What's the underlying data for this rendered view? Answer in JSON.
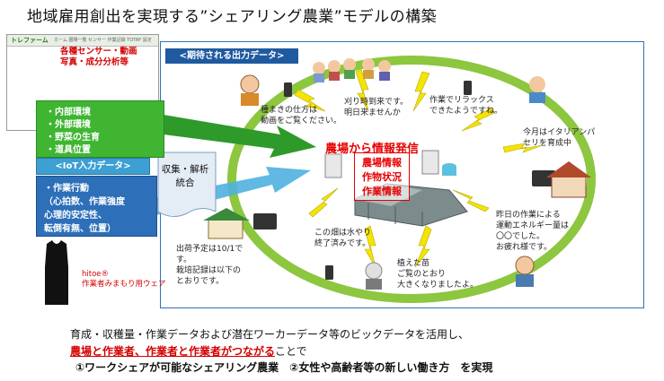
{
  "title": "地域雇用創出を実現する”シェアリング農業”モデルの構築",
  "dashboard": {
    "logo": "トレファーム",
    "menu": "ホーム 圃場一覧 センサー 作業記録 TOTAF 設定",
    "label_lines": [
      "各種センサー・動画",
      "写真・成分分析等"
    ]
  },
  "environment_inputs": [
    "・内部環境",
    "・外部環境",
    "・野菜の生育",
    "・道具位置"
  ],
  "iot_label": "<IoT入力データ>",
  "worker_inputs": [
    "・作業行動",
    "（心拍数、作業強度",
    "心理的安定性、",
    "転倒有無、位置）"
  ],
  "shirt_label_lines": [
    "hitoe®",
    "作業者みまもり用ウェア"
  ],
  "analysis_lines": [
    "収集・解析",
    "統合"
  ],
  "output_label": "<期待される出力データ>",
  "center": {
    "title": "農場から情報発信",
    "lines": [
      "農場情報",
      "作物状況",
      "作業情報"
    ]
  },
  "messages": [
    [
      "種まきの仕方は",
      "動画をご覧ください。"
    ],
    [
      "刈り時到来です。",
      "明日来ませんか"
    ],
    [
      "作業でリラックス",
      "できたようですね。"
    ],
    [
      "今月はイタリアンパ",
      "セリを育成中"
    ],
    [
      "昨日の作業による",
      "運動エネルギー量は",
      "〇〇でした。",
      "お疲れ様です。"
    ],
    [
      "植えた苗",
      "ご覧のとおり",
      "大きくなりましたよ。"
    ],
    [
      "この畑は水やり",
      "終了済みです。"
    ],
    [
      "出荷予定は10/1で",
      "す。",
      "栽培記録は以下の",
      "とおりです。"
    ]
  ],
  "bottom": {
    "line1": "育成・収穫量・作業データおよび潜在ワーカーデータ等のビックデータを活用し、",
    "line2_red": "農場と作業者、作業者と作業者がつながる",
    "line2_rest": "ことで",
    "line3": "①ワークシェアが可能なシェアリング農業　②女性や高齢者等の新しい働き方　を実現"
  },
  "colors": {
    "green": "#3fb532",
    "blue": "#2d6fb8",
    "lightblue": "#3d9fd2",
    "red": "#e60000",
    "ellipse": "#8dc63f",
    "frame": "#2c73b8"
  }
}
